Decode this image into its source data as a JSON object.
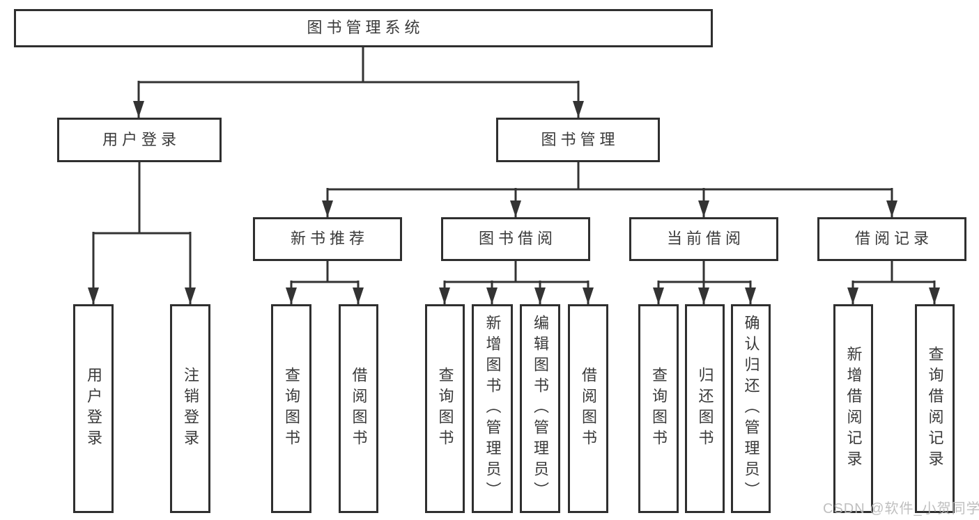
{
  "colors": {
    "background": "#ffffff",
    "box_border": "#2f2f2f",
    "box_fill": "#ffffff",
    "connector_line": "#333333",
    "text": "#3a3a3a",
    "watermark": "#b9b9b9"
  },
  "watermark": {
    "text": "CSDN @软件_小贺同学"
  },
  "tree": {
    "root": {
      "label": "图书管理系统"
    },
    "branches": [
      {
        "label": "用户登录",
        "children": [
          {
            "label": "用户登录"
          },
          {
            "label": "注销登录"
          }
        ]
      },
      {
        "label": "图书管理",
        "children": [
          {
            "label": "新书推荐",
            "children": [
              {
                "label": "查询图书"
              },
              {
                "label": "借阅图书"
              }
            ]
          },
          {
            "label": "图书借阅",
            "children": [
              {
                "label": "查询图书"
              },
              {
                "label": "新增图书（管理员）"
              },
              {
                "label": "编辑图书（管理员）"
              },
              {
                "label": "借阅图书"
              }
            ]
          },
          {
            "label": "当前借阅",
            "children": [
              {
                "label": "查询图书"
              },
              {
                "label": "归还图书"
              },
              {
                "label": "确认归还（管理员）"
              }
            ]
          },
          {
            "label": "借阅记录",
            "children": [
              {
                "label": "新增借阅记录"
              },
              {
                "label": "查询借阅记录"
              }
            ]
          }
        ]
      }
    ]
  }
}
